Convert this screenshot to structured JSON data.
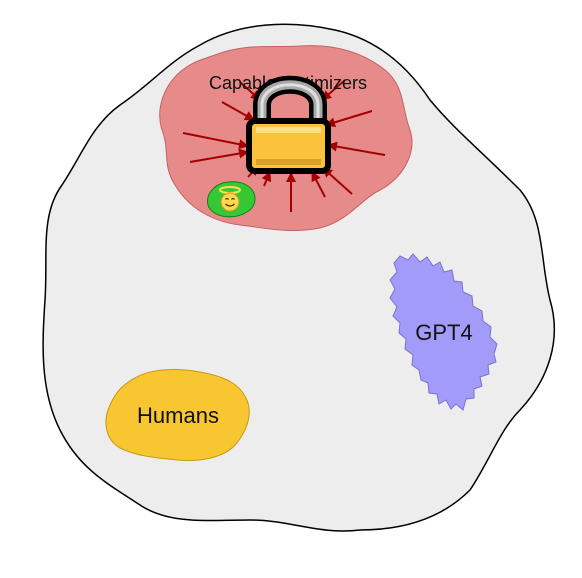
{
  "labels": {
    "capable_optimizers": "Capable Optimizers",
    "gpt4": "GPT4",
    "humans": "Humans"
  },
  "icons": {
    "lock": "padlock-icon",
    "angel": "smiling-face-with-halo-icon"
  },
  "colors": {
    "outer_space": "#ededed",
    "capable_optimizers": "#e68a8a",
    "gpt4": "#a29bfa",
    "humans": "#f8c631",
    "angel_blob": "#34c934",
    "lock_body": "#fbc33c",
    "arrows": "#a50000"
  },
  "pressure_arrow_count": 12
}
